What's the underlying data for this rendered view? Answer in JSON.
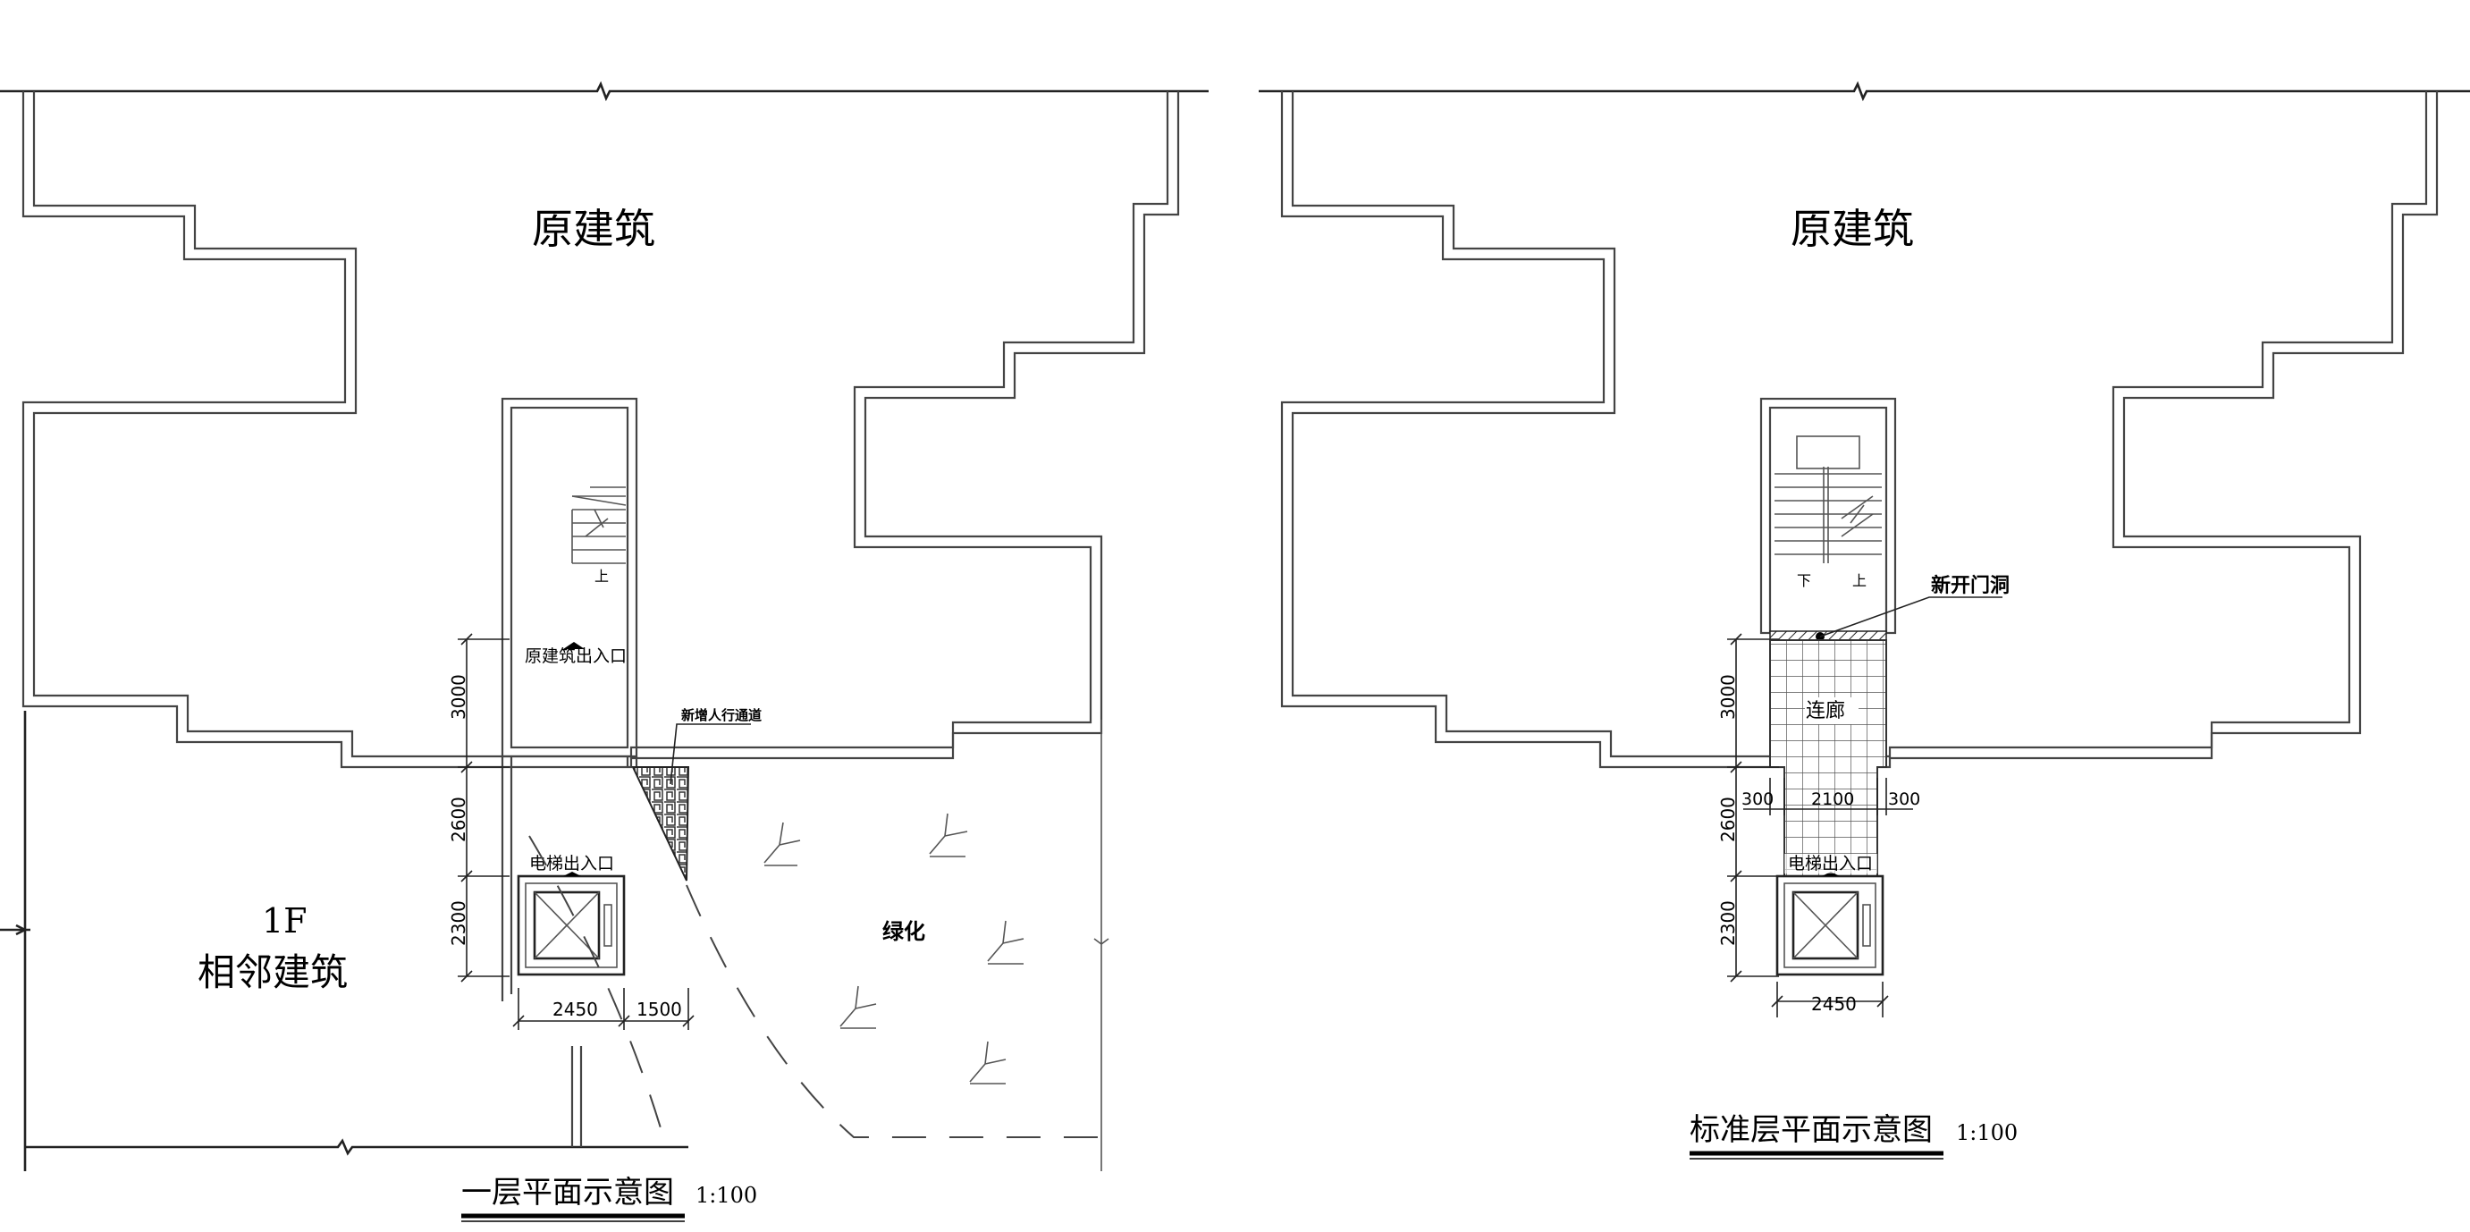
{
  "plans": [
    {
      "title": "一层平面示意图",
      "scale": "1:100",
      "labels": {
        "original_building": "原建筑",
        "floor": "1F",
        "adjacent_building": "相邻建筑",
        "original_exit": "原建筑出入口",
        "new_walkway": "新增人行通道",
        "elevator_exit": "电梯出入口",
        "greening": "绿化",
        "stair_up": "上"
      },
      "dimensions": {
        "v1": "3000",
        "v2": "2600",
        "v3": "2300",
        "h1": "2450",
        "h2": "1500"
      }
    },
    {
      "title": "标准层平面示意图",
      "scale": "1:100",
      "labels": {
        "original_building": "原建筑",
        "new_opening": "新开门洞",
        "corridor": "连廊",
        "elevator_exit": "电梯出入口",
        "stair_down": "下",
        "stair_up": "上"
      },
      "dimensions": {
        "v1": "3000",
        "v2": "2600",
        "v3": "2300",
        "w_left": "300",
        "w_mid": "2100",
        "w_right": "300",
        "h1": "2450"
      }
    }
  ],
  "colors": {
    "line": "#444444",
    "text": "#000000",
    "background": "#ffffff"
  }
}
